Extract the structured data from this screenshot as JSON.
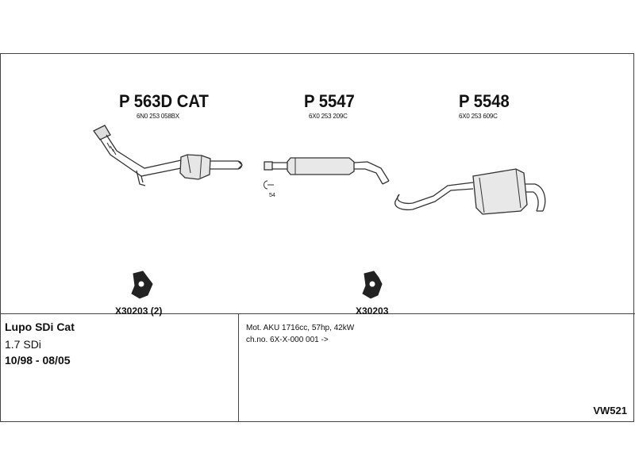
{
  "parts": [
    {
      "code": "P 563D CAT",
      "oem": "6N0 253 058BX"
    },
    {
      "code": "P 5547",
      "oem": "6X0 253 209C"
    },
    {
      "code": "P 5548",
      "oem": "6X0 253 609C"
    }
  ],
  "clamp_size": "54",
  "rubber_mounts": [
    {
      "label": "X30203 (2)"
    },
    {
      "label": "X30203"
    }
  ],
  "vehicle": {
    "model": "Lupo SDi Cat",
    "engine": "1.7 SDi",
    "years": "10/98 - 08/05"
  },
  "notes": {
    "motor": "Mot. AKU 1716cc, 57hp, 42kW",
    "chassis": "ch.no. 6X-X-000 001 ->"
  },
  "kit_number": "VW521"
}
